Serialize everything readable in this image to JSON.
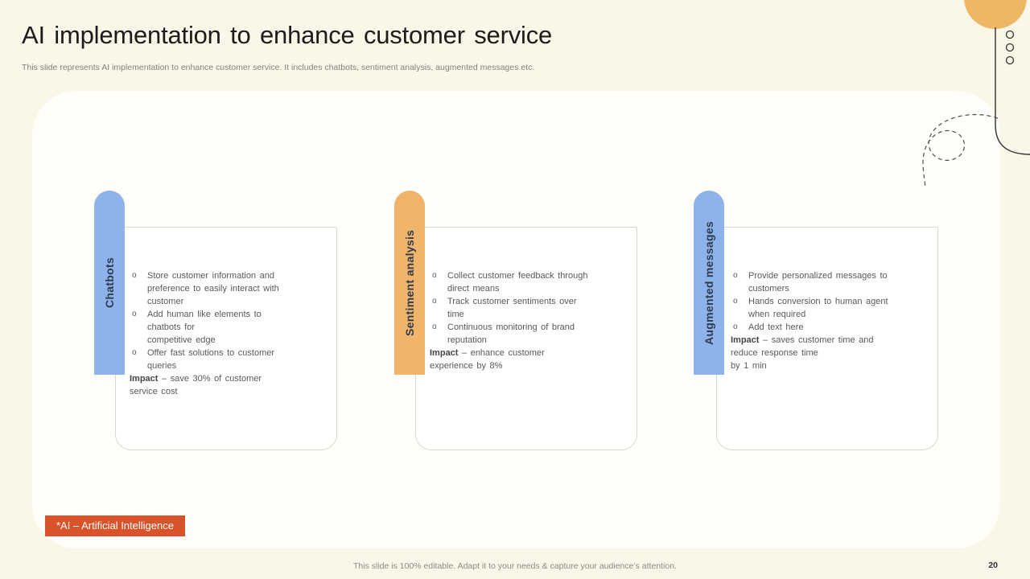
{
  "header": {
    "title": "AI implementation to enhance customer service",
    "subtitle": "This slide represents AI implementation to enhance customer service. It includes chatbots, sentiment analysis, augmented messages etc."
  },
  "bullet_marker": "o",
  "cards": [
    {
      "tab_label": "Chatbots",
      "tab_color": "#8db3ea",
      "bullets": [
        "Store customer information and\npreference to easily interact with\ncustomer",
        "Add human like elements to\nchatbots for\ncompetitive edge",
        "Offer fast solutions to customer\nqueries"
      ],
      "impact_label": "Impact",
      "impact_text": " – save 30% of customer\nservice cost"
    },
    {
      "tab_label": "Sentiment analysis",
      "tab_color": "#f0b56a",
      "bullets": [
        "Collect customer feedback through\ndirect means",
        "Track customer sentiments over\ntime",
        "Continuous monitoring of brand\nreputation"
      ],
      "impact_label": "Impact",
      "impact_text": " – enhance customer\nexperience by 8%"
    },
    {
      "tab_label": "Augmented messages",
      "tab_color": "#8db3ea",
      "bullets": [
        "Provide personalized messages to\ncustomers",
        "Hands conversion to human agent\nwhen required",
        "Add text here"
      ],
      "impact_label": "Impact",
      "impact_text": " – saves customer time and\nreduce response time\nby 1 min"
    }
  ],
  "footnote": {
    "badge_label": "*AI – Artificial Intelligence"
  },
  "footer": {
    "note": "This slide is 100% editable. Adapt it to your needs & capture your audience’s attention.",
    "page_number": "20"
  },
  "decor": {
    "icons": [
      "circle-ornament",
      "corner-line-ornament",
      "dots-ornament",
      "dashed-swirl-ornament"
    ]
  },
  "colors": {
    "background": "#faf6e8",
    "panel": "#fffef9",
    "tab_blue": "#8db3ea",
    "tab_orange": "#f0b56a",
    "tab_text": "#2e3b4e",
    "badge": "#d8532a",
    "body_text": "#595959",
    "accent_circle": "#edb766"
  }
}
